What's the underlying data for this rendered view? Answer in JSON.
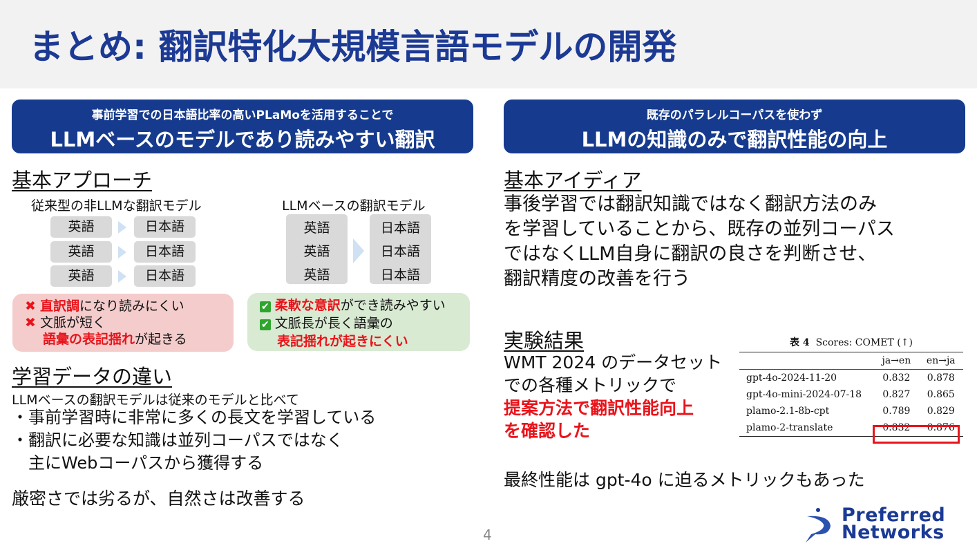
{
  "title": "まとめ: 翻訳特化大規模言語モデルの開発",
  "left_banner": {
    "sub": "事前学習での日本語比率の高いPLaMoを活用することで",
    "main": "LLMベースのモデルであり読みやすい翻訳"
  },
  "right_banner": {
    "sub": "既存のパラレルコーパスを使わず",
    "main": "LLMの知識のみで翻訳性能の向上"
  },
  "approach": {
    "heading": "基本アプローチ",
    "traditional": {
      "label": "従来型の非LLMな翻訳モデル",
      "source": "英語",
      "target": "日本語"
    },
    "llm": {
      "label": "LLMベースの翻訳モデル",
      "source": "英語",
      "target": "日本語"
    },
    "cons": [
      {
        "red": "直訳調",
        "rest": "になり読みにくい"
      },
      {
        "red": "",
        "rest": "文脈が短く"
      },
      {
        "red": "語彙の表記揺れ",
        "rest": "が起きる"
      }
    ],
    "pros": [
      {
        "red": "柔軟な意訳",
        "rest": "ができ読みやすい"
      },
      {
        "red": "",
        "rest": "文脈長が長く語彙の"
      },
      {
        "red": "表記揺れが起きにくい",
        "rest": ""
      }
    ]
  },
  "data_diff": {
    "heading": "学習データの違い",
    "intro": "LLMベースの翻訳モデルは従来のモデルと比べて",
    "bullets": [
      "・事前学習時に非常に多くの長文を学習している",
      "・翻訳に必要な知識は並列コーパスではなく",
      "　主にWebコーパスから獲得する"
    ],
    "conclusion": "厳密さでは劣るが、自然さは改善する"
  },
  "idea": {
    "heading": "基本アイディア",
    "lines": [
      "事後学習では翻訳知識ではなく翻訳方法のみ",
      "を学習していることから、既存の並列コーパス",
      "ではなくLLM自身に翻訳の良さを判断させ、",
      "翻訳精度の改善を行う"
    ]
  },
  "results": {
    "heading": "実験結果",
    "lines": [
      "WMT 2024 のデータセット",
      "での各種メトリックで"
    ],
    "highlight": [
      "提案方法で翻訳性能向上",
      "を確認した"
    ],
    "table": {
      "caption_label": "表 4",
      "caption": "Scores: COMET (↑)",
      "columns": [
        "",
        "ja→en",
        "en→ja"
      ],
      "rows": [
        [
          "gpt-4o-2024-11-20",
          "0.832",
          "0.878"
        ],
        [
          "gpt-4o-mini-2024-07-18",
          "0.827",
          "0.865"
        ],
        [
          "plamo-2.1-8b-cpt",
          "0.789",
          "0.829"
        ],
        [
          "plamo-2-translate",
          "0.832",
          "0.876"
        ]
      ],
      "highlighted_row": "plamo-2-translate"
    },
    "final": "最終性能は gpt-4o に迫るメトリックもあった"
  },
  "page_number": "4",
  "logo": {
    "line1": "Preferred",
    "line2": "Networks"
  },
  "colors": {
    "brand": "#163b8e",
    "red": "#e8141b",
    "cons_bg": "#f4cccc",
    "pros_bg": "#d9ead3"
  }
}
